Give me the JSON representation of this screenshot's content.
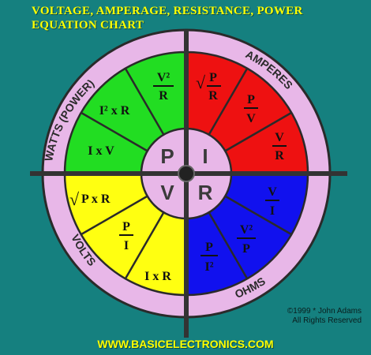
{
  "title": {
    "line1": "VOLTAGE, AMPERAGE, RESISTANCE, POWER",
    "line2": "EQUATION CHART"
  },
  "ring_labels": {
    "watts": "WATTS (POWER)",
    "amperes": "AMPERES",
    "volts": "VOLTS",
    "ohms": "OHMS"
  },
  "center_letters": {
    "p": "P",
    "i": "I",
    "v": "V",
    "r": "R"
  },
  "formulas": {
    "watts": {
      "v2_over_r": {
        "num": "V²",
        "den": "R"
      },
      "i2_x_r": "I² x R",
      "i_x_v": "I x V"
    },
    "amperes": {
      "sqrt_p_over_r": {
        "sym": "√",
        "num": "P",
        "den": "R"
      },
      "p_over_v": {
        "num": "P",
        "den": "V"
      },
      "v_over_r": {
        "num": "V",
        "den": "R"
      }
    },
    "volts": {
      "sqrt_p_x_r": {
        "sym": "√",
        "text": "P x R"
      },
      "p_over_i": {
        "num": "P",
        "den": "I"
      },
      "i_x_r": "I x R"
    },
    "ohms": {
      "v_over_i": {
        "num": "V",
        "den": "I"
      },
      "v2_over_p": {
        "num": "V²",
        "den": "P"
      },
      "p_over_i2": {
        "num": "P",
        "den": "I²"
      }
    }
  },
  "colors": {
    "background": "#15807f",
    "ring": "#e8b7e8",
    "watts": "#22dd22",
    "amperes": "#ee1111",
    "volts": "#ffff11",
    "ohms": "#1111ee",
    "title": "#ffff00"
  },
  "copyright": {
    "line1": "©1999 * John Adams",
    "line2": "All Rights Reserved"
  },
  "website": "WWW.BASICELECTRONICS.COM"
}
